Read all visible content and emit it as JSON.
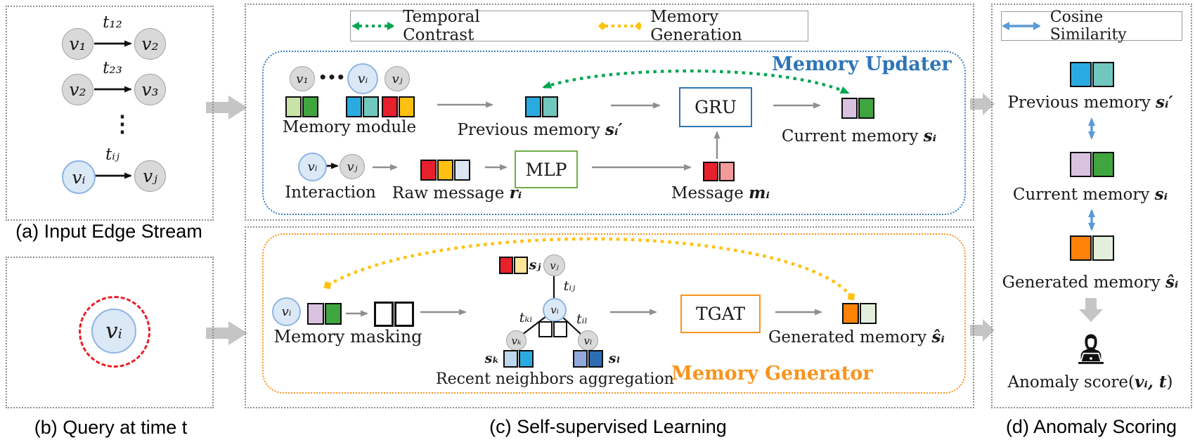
{
  "figure": {
    "panel_a": {
      "caption": "(a) Input Edge Stream",
      "ellipsis": "⋮",
      "edges": [
        {
          "src": "v₁",
          "time": "t₁₂",
          "dst": "v₂"
        },
        {
          "src": "v₂",
          "time": "t₂₃",
          "dst": "v₃"
        },
        {
          "src": "vᵢ",
          "time": "tᵢⱼ",
          "dst": "vⱼ"
        }
      ]
    },
    "panel_b": {
      "caption": "(b) Query at time t",
      "node": "vᵢ"
    },
    "panel_c": {
      "caption": "(c) Self-supervised Learning",
      "legend": {
        "temporal_contrast": "Temporal Contrast",
        "memory_generation": "Memory Generation"
      },
      "updater": {
        "title": "Memory Updater",
        "node_v1": "v₁",
        "node_dots": "•••",
        "node_vi": "vᵢ",
        "node_vj": "vⱼ",
        "memory_module": "Memory module",
        "previous_memory": {
          "text": "Previous memory ",
          "var": "sᵢ′"
        },
        "gru": "GRU",
        "current_memory": {
          "text": "Current memory ",
          "var": "sᵢ"
        },
        "interaction": {
          "label": "Interaction",
          "src": "vᵢ",
          "dst": "vⱼ"
        },
        "raw_message": {
          "text": "Raw message ",
          "var": "rᵢ"
        },
        "mlp": "MLP",
        "message": {
          "text": "Message ",
          "var": "mᵢ"
        }
      },
      "generator": {
        "title": "Memory Generator",
        "node_vi": "vᵢ",
        "memory_masking": "Memory masking",
        "graph": {
          "vj": "vⱼ",
          "sj": "sⱼ",
          "tij": "tᵢⱼ",
          "vi": "vᵢ",
          "tki": "tₖᵢ",
          "til": "tᵢₗ",
          "vk": "vₖ",
          "vl": "vₗ",
          "sk": "sₖ",
          "sl": "sₗ"
        },
        "aggregation": "Recent neighbors aggregation",
        "tgat": "TGAT",
        "generated_memory": {
          "text": "Generated memory ",
          "var": "ŝᵢ"
        }
      }
    },
    "panel_d": {
      "caption": "(d) Anomaly Scoring",
      "legend": "Cosine Similarity",
      "previous_memory": {
        "text": "Previous memory ",
        "var": "sᵢ′"
      },
      "current_memory": {
        "text": "Current memory ",
        "var": "sᵢ"
      },
      "generated_memory": {
        "text": "Generated memory ",
        "var": "ŝᵢ"
      },
      "anomaly_score": {
        "pre": "Anomaly score(",
        "var": "vᵢ, t",
        "post": ")"
      }
    },
    "colors": {
      "updater_accent": "#2e75b6",
      "generator_accent": "#f7941d",
      "temporal_contrast_arrow": "#00a651",
      "memory_generation_arrow": "#ffc20e",
      "cosine_arrow": "#5b9bd5",
      "mlp_border": "#70ad47",
      "query_dash_circle": "#ed1c24"
    },
    "memory_cells": {
      "v1": [
        "#c9e3a6",
        "#3fa53f"
      ],
      "vi_prev": [
        "#29abe2",
        "#6fc7be"
      ],
      "vj": [
        "#e8202c",
        "#ffc010"
      ],
      "raw": [
        "#e8202c",
        "#ffc010",
        "#dce6f2"
      ],
      "message": [
        "#e8202c",
        "#f59a9a"
      ],
      "current": [
        "#d8c2e0",
        "#3fa53f"
      ],
      "masked": [
        "#ffffff",
        "#ffffff"
      ],
      "sj": [
        "#e8202c",
        "#ffe699"
      ],
      "sk": [
        "#bdd7ee",
        "#29abe2"
      ],
      "sl": [
        "#93a9dc",
        "#2e6db4"
      ],
      "generated": [
        "#ff8208",
        "#e3efdc"
      ]
    }
  }
}
